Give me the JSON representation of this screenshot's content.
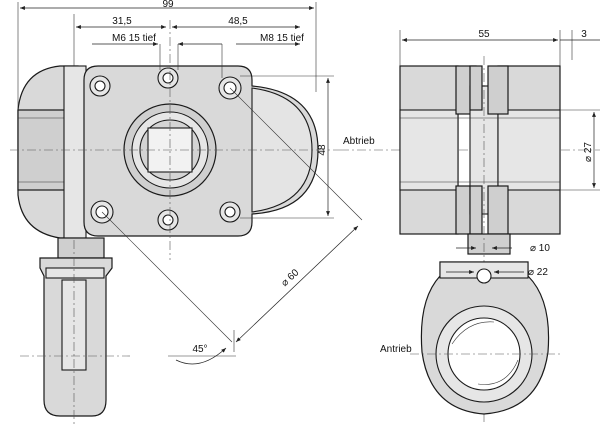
{
  "dimensions": {
    "overall_width": "99",
    "left_offset": "31,5",
    "right_offset": "48,5",
    "thread_left": "M6 15 tief",
    "thread_right": "M8 15 tief",
    "height_48": "48",
    "bolt_circle": "⌀ 60",
    "angle": "45°",
    "side_length": "55",
    "side_3": "3",
    "side_dia_27": "⌀ 27",
    "side_dia_10": "⌀ 10",
    "side_dia_22": "⌀ 22"
  },
  "labels": {
    "abtrieb": "Abtrieb",
    "antrieb": "Antrieb"
  }
}
